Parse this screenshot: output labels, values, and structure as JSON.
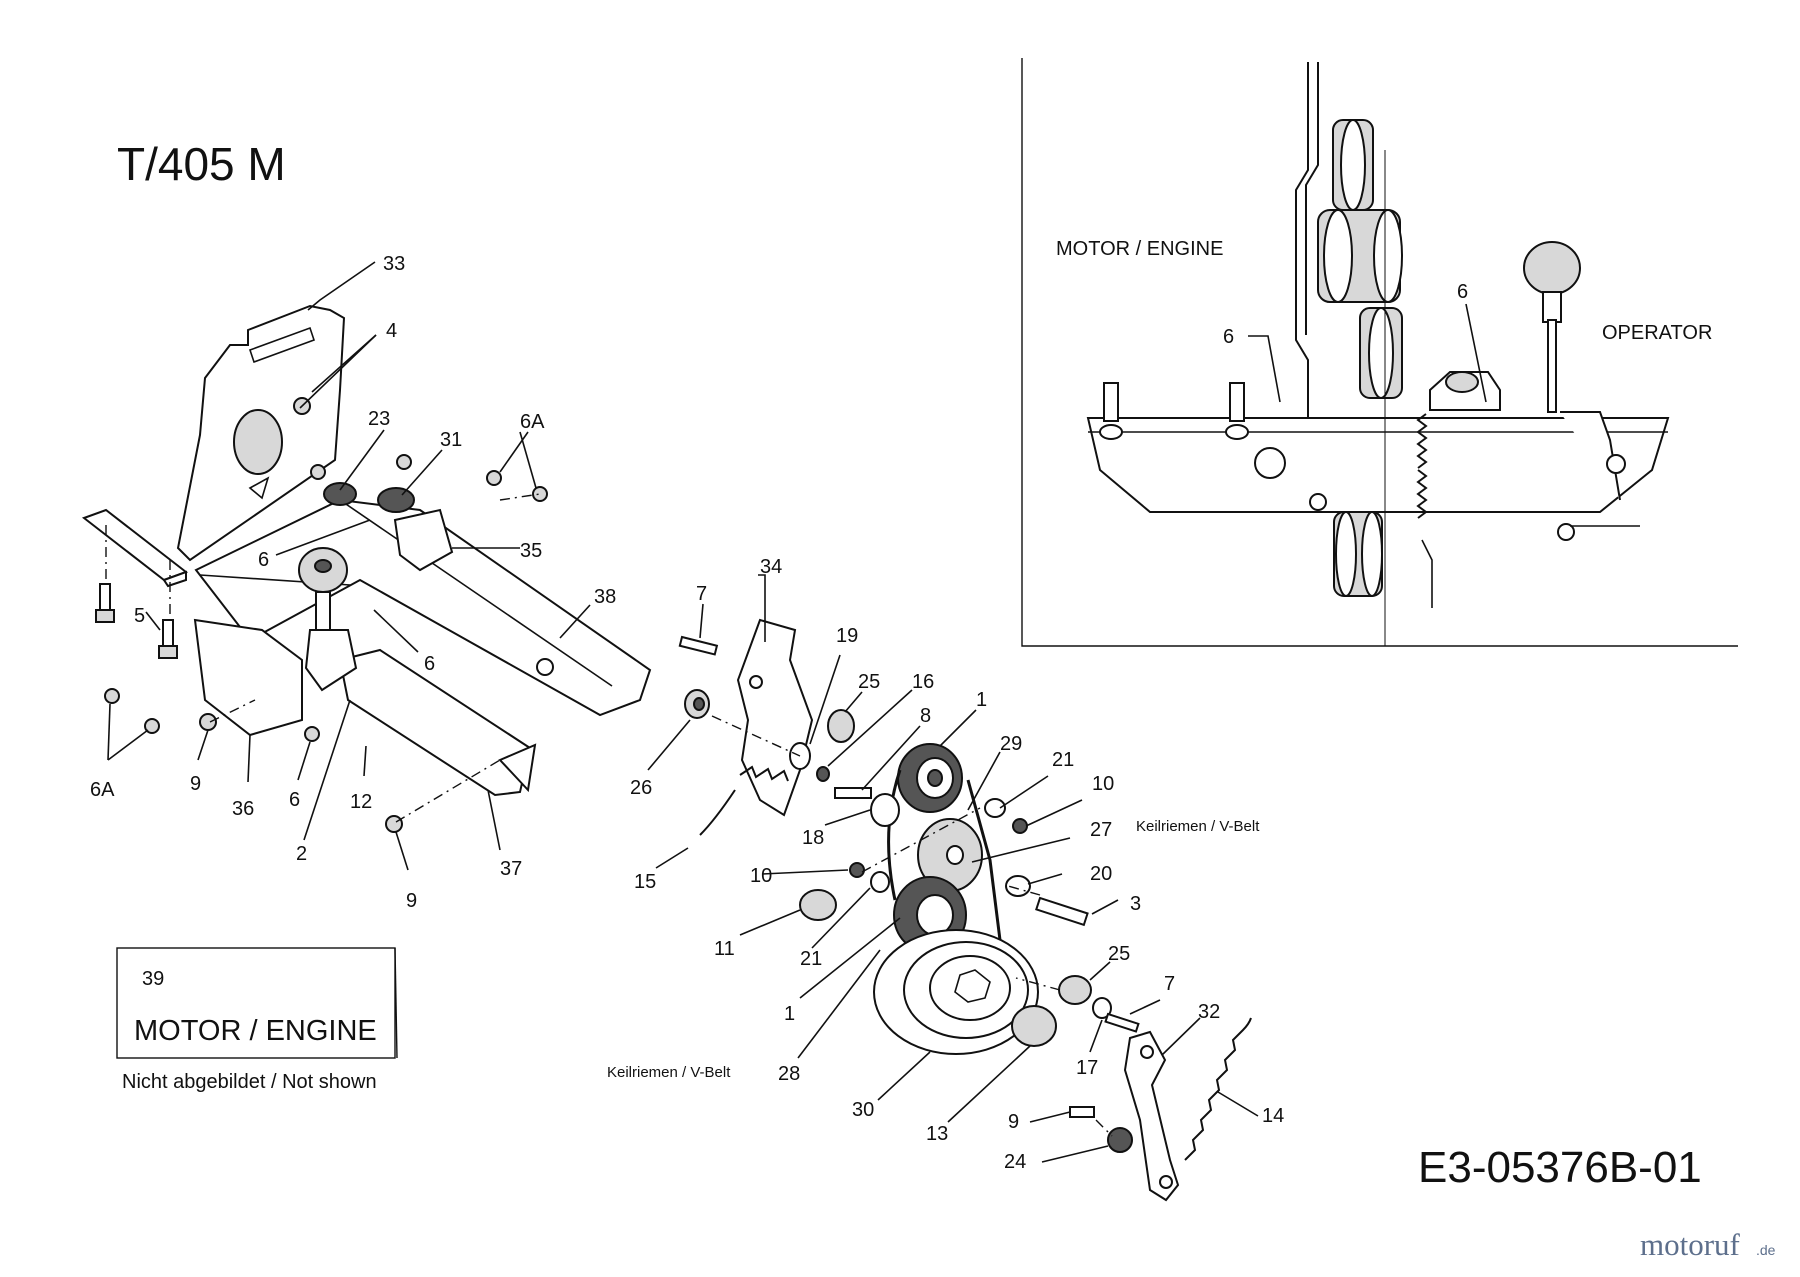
{
  "title": "T/405 M",
  "diagram_code": "E3-05376B-01",
  "watermark": "motoruf",
  "watermark_suffix": ".de",
  "inset": {
    "engine_label": "MOTOR / ENGINE",
    "operator_label": "OPERATOR",
    "callouts": [
      "6",
      "6"
    ]
  },
  "note_box": {
    "number": "39",
    "label": "MOTOR / ENGINE",
    "caption": "Nicht abgebildet / Not shown"
  },
  "belt_label_right": "Keilriemen / V-Belt",
  "belt_label_left": "Keilriemen / V-Belt",
  "callouts": {
    "c33": "33",
    "c4": "4",
    "c23": "23",
    "c31": "31",
    "c6A_top": "6A",
    "c6_a": "6",
    "c35": "35",
    "c38": "38",
    "c5": "5",
    "c6_b": "6",
    "c6A_bottom": "6A",
    "c9_a": "9",
    "c36": "36",
    "c6_c": "6",
    "c12": "12",
    "c2": "2",
    "c9_b": "9",
    "c37": "37",
    "c7_a": "7",
    "c34": "34",
    "c19": "19",
    "c25_a": "25",
    "c16": "16",
    "c8": "8",
    "c1_a": "1",
    "c26": "26",
    "c29": "29",
    "c21_a": "21",
    "c10_a": "10",
    "c18": "18",
    "c27": "27",
    "c15": "15",
    "c10_b": "10",
    "c20": "20",
    "c3": "3",
    "c11": "11",
    "c21_b": "21",
    "c25_b": "25",
    "c1_b": "1",
    "c7_b": "7",
    "c32": "32",
    "c17": "17",
    "c28": "28",
    "c30": "30",
    "c13": "13",
    "c9_c": "9",
    "c14": "14",
    "c24": "24"
  }
}
